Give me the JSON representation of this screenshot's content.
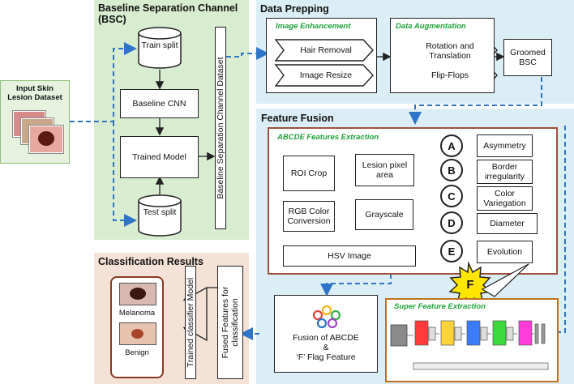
{
  "input": {
    "title": "Input Skin Lesion Dataset"
  },
  "bsc": {
    "title_line1": "Baseline Separation Channel",
    "title_line2": "(BSC)",
    "train_split": "Train split",
    "baseline_cnn": "Baseline CNN",
    "trained_model": "Trained Model",
    "test_split": "Test split",
    "dataset_label": "Baseline Separation Channel Dataset"
  },
  "prepping": {
    "title": "Data Prepping",
    "enhancement_title": "Image Enhancement",
    "hair_removal": "Hair Removal",
    "image_resize": "Image Resize",
    "augmentation_title": "Data Augmentation",
    "rotation_line1": "Rotation and",
    "rotation_line2": "Translation",
    "flip_flops": "Flip-Flops",
    "groomed_line1": "Groomed",
    "groomed_line2": "BSC"
  },
  "fusion": {
    "title": "Feature Fusion",
    "abcde_title": "ABCDE Features Extraction",
    "roi_crop": "ROI Crop",
    "rgb_line1": "RGB Color",
    "rgb_line2": "Conversion",
    "lesion_line1": "Lesion pixel",
    "lesion_line2": "area",
    "grayscale": "Grayscale",
    "hsv": "HSV Image",
    "letters": [
      "A",
      "B",
      "C",
      "D",
      "E"
    ],
    "features": [
      {
        "line1": "Asymmetry",
        "line2": ""
      },
      {
        "line1": "Border",
        "line2": "irregularity"
      },
      {
        "line1": "Color",
        "line2": "Variegation"
      },
      {
        "line1": "Diameter",
        "line2": ""
      },
      {
        "line1": "Evolution",
        "line2": ""
      }
    ],
    "flag_letter": "F",
    "super_title": "Super Feature Extraction",
    "fusion_line1": "Fusion of ABCDE",
    "fusion_line2": "&",
    "fusion_line3": "‘F’ Flag Feature"
  },
  "classification": {
    "title": "Classification Results",
    "melanoma": "Melanoma",
    "benign": "Benign",
    "trained_classifier": "Trained classifier Model",
    "fused_line1": "Fused Features for",
    "fused_line2": "classification"
  },
  "colors": {
    "bsc_panel": "#d8ecd0",
    "prepping_panel": "#dbeef5",
    "fusion_panel": "#dbeef5",
    "class_panel": "#f4e2d6",
    "abcde_border": "#a0503c",
    "super_border": "#c0701f",
    "arrow_blue": "#2e75c9",
    "cube_colors": [
      "#ff3b3b",
      "#ffd23b",
      "#3b7bff",
      "#3bd93b",
      "#ff3bd9"
    ]
  }
}
